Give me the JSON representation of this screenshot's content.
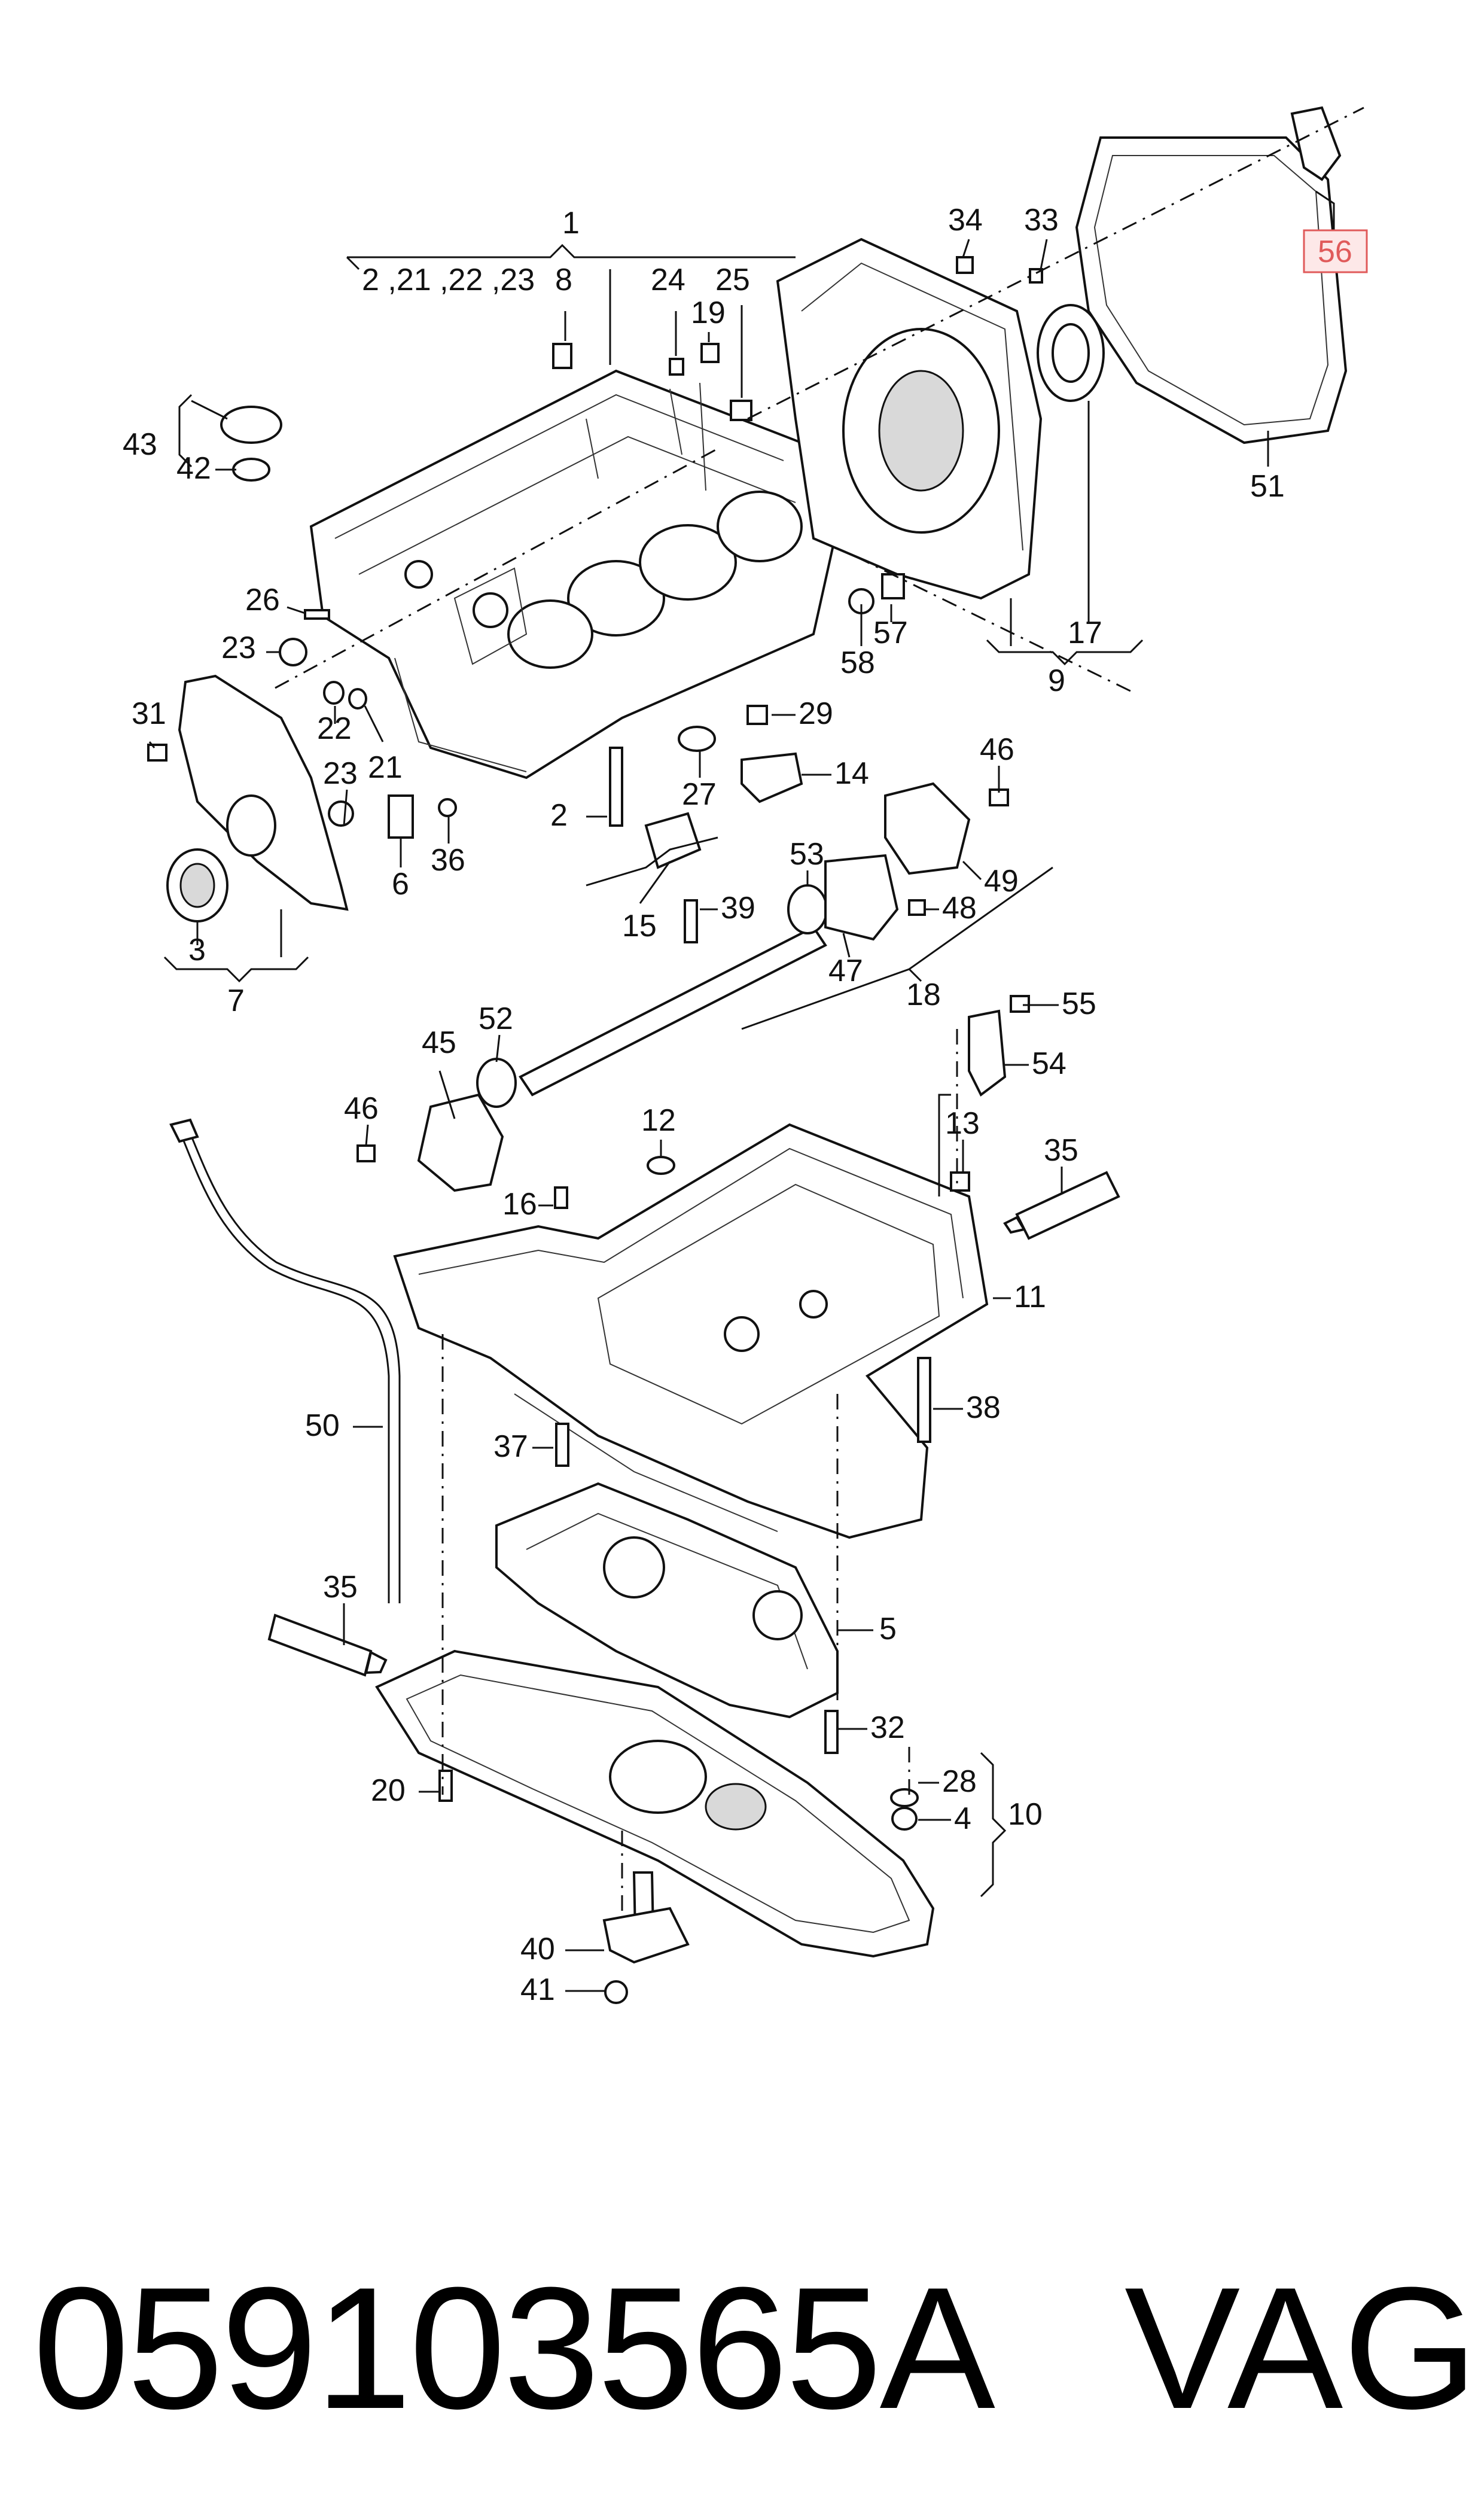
{
  "highlight_color": "#e05a5a",
  "highlight_fill": "#fde8e8",
  "footer": {
    "part_number": "059103565A",
    "brand": "VAG"
  },
  "labels": {
    "l1": "1",
    "l2": "2",
    "l3": "3",
    "l4": "4",
    "l5": "5",
    "l6": "6",
    "l7": "7",
    "l8": "8",
    "l9": "9",
    "l10": "10",
    "l11": "11",
    "l12": "12",
    "l13": "13",
    "l14": "14",
    "l15": "15",
    "l16": "16",
    "l17": "17",
    "l18": "18",
    "l19": "19",
    "l20": "20",
    "l22": "22",
    "l23a": "23",
    "l23b": "23",
    "l24": "24",
    "l25": "25",
    "l26": "26",
    "l27": "27",
    "l28": "28",
    "l29": "29",
    "l31": "31",
    "l32": "32",
    "l33": "33",
    "l34": "34",
    "l35a": "35",
    "l35b": "35",
    "l36": "36",
    "l37": "37",
    "l38": "38",
    "l39": "39",
    "l40": "40",
    "l41": "41",
    "l42": "42",
    "l43": "43",
    "l45": "45",
    "l46a": "46",
    "l46b": "46",
    "l47": "47",
    "l48": "48",
    "l49": "49",
    "l50": "50",
    "l51": "51",
    "l52": "52",
    "l53": "53",
    "l54": "54",
    "l55": "55",
    "l56": "56",
    "l57": "57",
    "l58": "58",
    "l21b": "21",
    "l1_sub": "2 ,21 ,22 ,23"
  }
}
